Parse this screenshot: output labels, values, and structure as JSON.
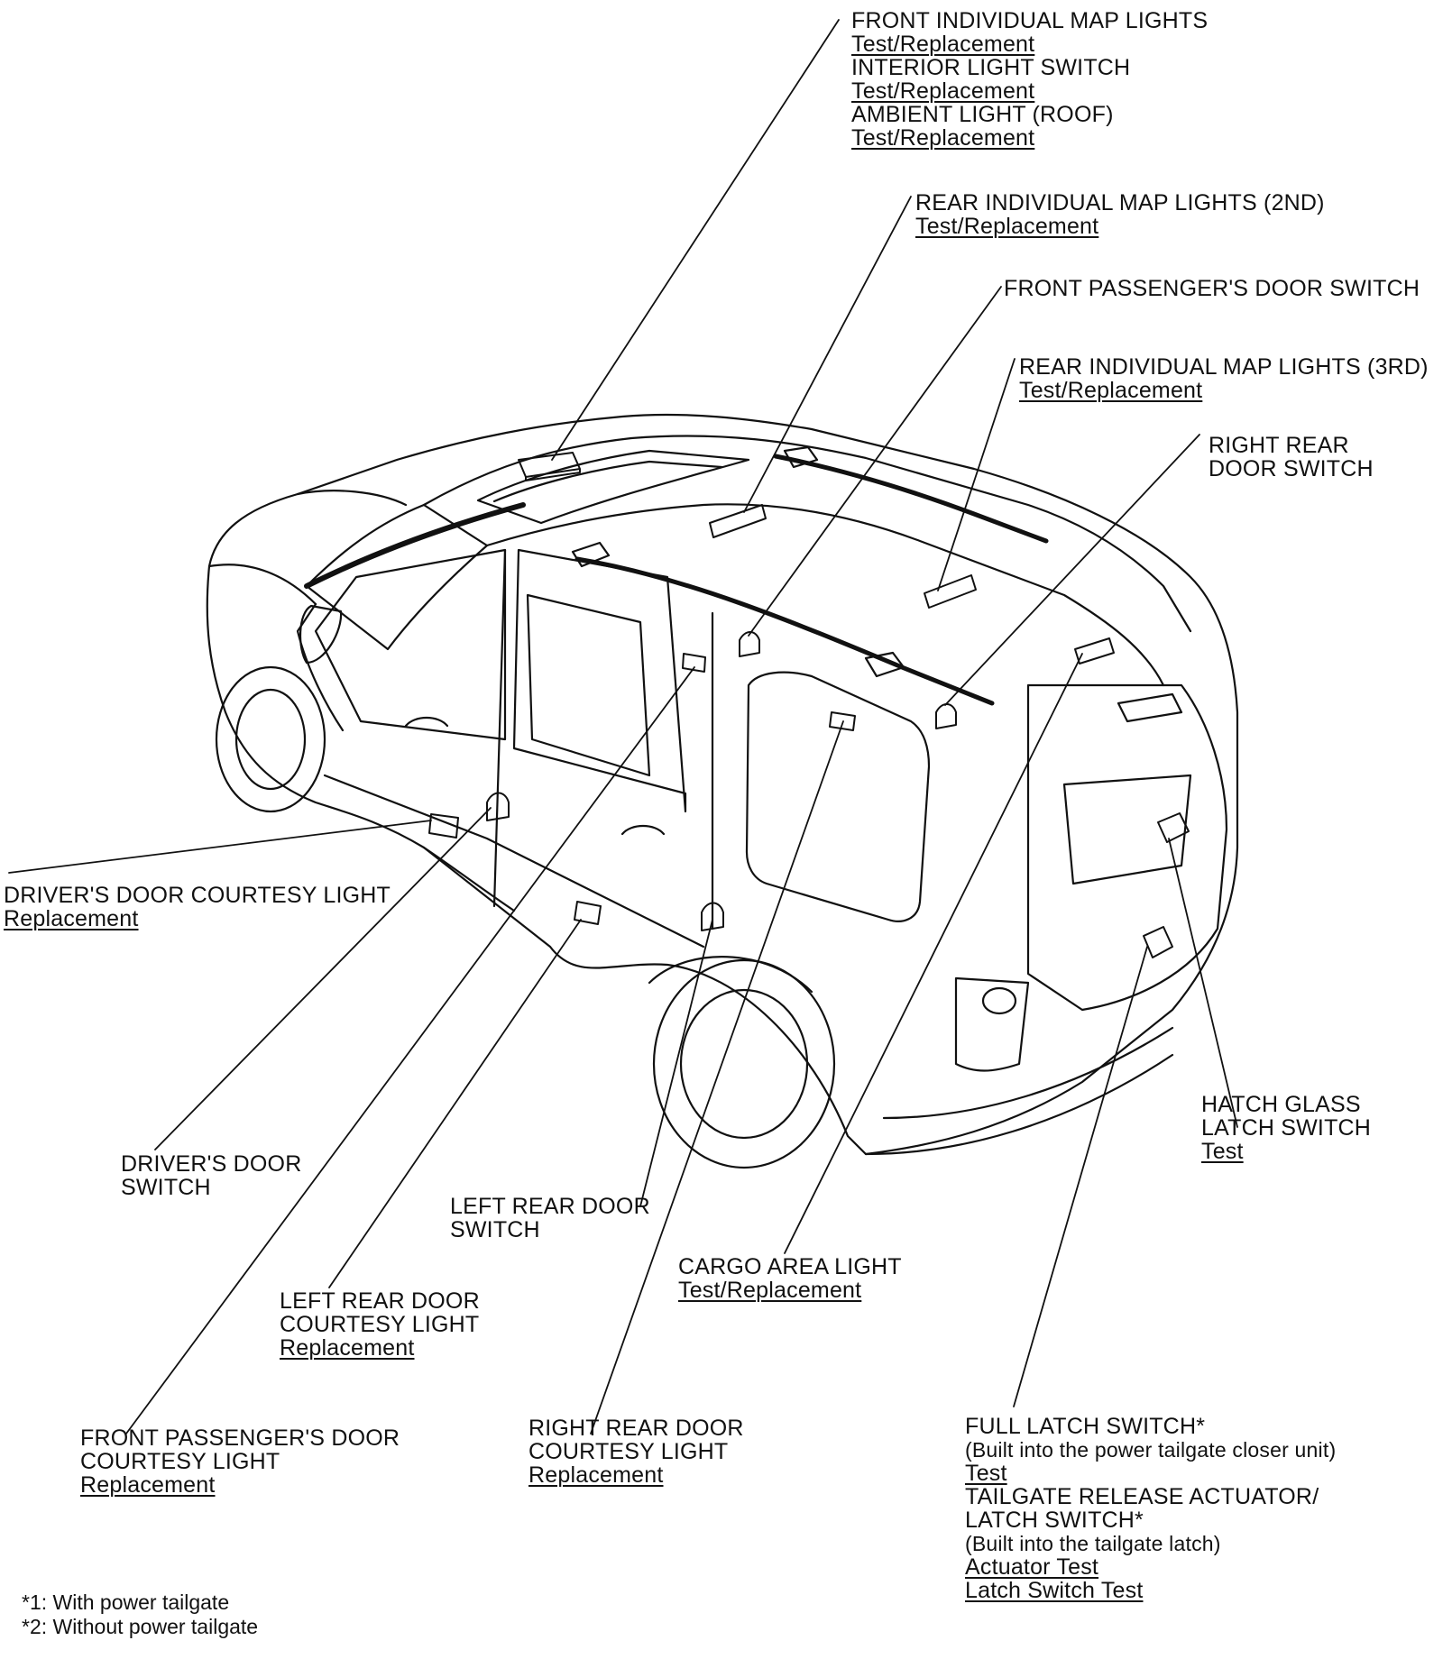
{
  "labels": {
    "front_map": {
      "lines": [
        {
          "text": "FRONT INDIVIDUAL MAP LIGHTS",
          "link": false
        },
        {
          "text": "Test/Replacement",
          "link": true
        },
        {
          "text": "INTERIOR LIGHT SWITCH",
          "link": false
        },
        {
          "text": "Test/Replacement",
          "link": true
        },
        {
          "text": "AMBIENT LIGHT (ROOF)",
          "link": false
        },
        {
          "text": "Test/Replacement",
          "link": true
        }
      ]
    },
    "rear_map_2nd": {
      "lines": [
        {
          "text": "REAR INDIVIDUAL MAP LIGHTS (2ND)",
          "link": false
        },
        {
          "text": "Test/Replacement",
          "link": true
        }
      ]
    },
    "front_pass_switch": {
      "lines": [
        {
          "text": "FRONT PASSENGER'S DOOR SWITCH",
          "link": false
        }
      ]
    },
    "rear_map_3rd": {
      "lines": [
        {
          "text": "REAR INDIVIDUAL MAP LIGHTS (3RD)",
          "link": false
        },
        {
          "text": "Test/Replacement",
          "link": true
        }
      ]
    },
    "right_rear_switch": {
      "lines": [
        {
          "text": "RIGHT REAR",
          "link": false
        },
        {
          "text": "DOOR SWITCH",
          "link": false
        }
      ]
    },
    "driver_courtesy": {
      "lines": [
        {
          "text": "DRIVER'S DOOR COURTESY LIGHT",
          "link": false
        },
        {
          "text": "Replacement",
          "link": true
        }
      ]
    },
    "hatch_glass": {
      "lines": [
        {
          "text": "HATCH GLASS",
          "link": false
        },
        {
          "text": "LATCH SWITCH",
          "link": false
        },
        {
          "text": "Test",
          "link": true
        }
      ]
    },
    "driver_switch": {
      "lines": [
        {
          "text": "DRIVER'S DOOR",
          "link": false
        },
        {
          "text": "SWITCH",
          "link": false
        }
      ]
    },
    "left_rear_switch": {
      "lines": [
        {
          "text": "LEFT REAR DOOR",
          "link": false
        },
        {
          "text": "SWITCH",
          "link": false
        }
      ]
    },
    "cargo_light": {
      "lines": [
        {
          "text": "CARGO AREA LIGHT",
          "link": false
        },
        {
          "text": "Test/Replacement",
          "link": true
        }
      ]
    },
    "left_rear_courtesy": {
      "lines": [
        {
          "text": "LEFT REAR DOOR",
          "link": false
        },
        {
          "text": "COURTESY LIGHT",
          "link": false
        },
        {
          "text": "Replacement",
          "link": true
        }
      ]
    },
    "front_pass_courtesy": {
      "lines": [
        {
          "text": "FRONT PASSENGER'S DOOR",
          "link": false
        },
        {
          "text": "COURTESY LIGHT",
          "link": false
        },
        {
          "text": "Replacement",
          "link": true
        }
      ]
    },
    "right_rear_courtesy": {
      "lines": [
        {
          "text": "RIGHT REAR DOOR",
          "link": false
        },
        {
          "text": "COURTESY LIGHT",
          "link": false
        },
        {
          "text": "Replacement",
          "link": true
        }
      ]
    },
    "full_latch": {
      "lines": [
        {
          "text": "FULL LATCH SWITCH*",
          "link": false
        },
        {
          "text": "(Built into the power tailgate closer unit)",
          "link": false,
          "small": true
        },
        {
          "text": "Test",
          "link": true
        },
        {
          "text": "TAILGATE RELEASE ACTUATOR/",
          "link": false
        },
        {
          "text": "LATCH SWITCH*",
          "link": false
        },
        {
          "text": "(Built into the tailgate latch)",
          "link": false,
          "small": true
        },
        {
          "text": "Actuator Test",
          "link": true
        },
        {
          "text": "Latch Switch Test",
          "link": true
        }
      ]
    }
  },
  "footnotes": {
    "note1": "*1: With power tailgate",
    "note2": "*2: Without power tailgate"
  }
}
